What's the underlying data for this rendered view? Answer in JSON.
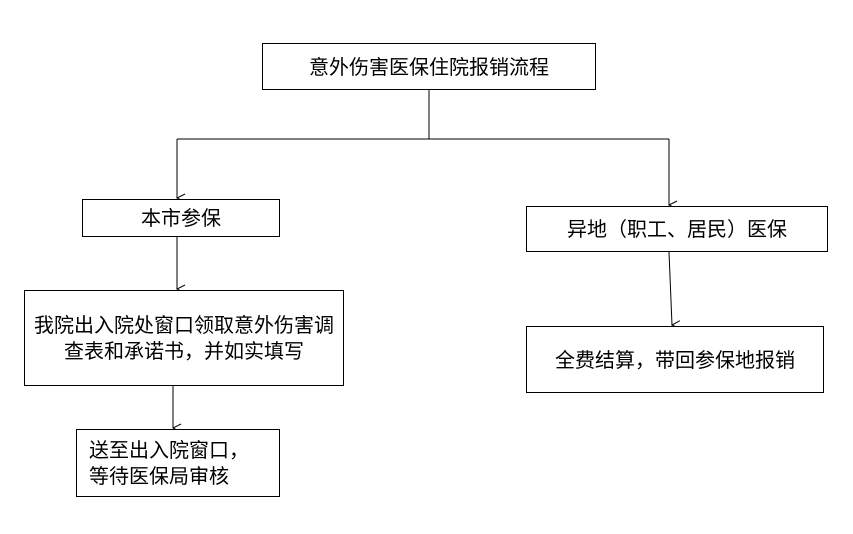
{
  "flowchart": {
    "title": "意外伤害医保住院报销流程",
    "local": {
      "label": "本市参保",
      "steps": [
        "我院出入院处窗口领取意外伤害调查表和承诺书，并如实填写",
        "送至出入院窗口，等待医保局审核"
      ]
    },
    "other": {
      "label": "异地（职工、居民）医保",
      "steps": [
        "全费结算，带回参保地报销"
      ]
    }
  },
  "colors": {
    "line": "#000000",
    "box_border": "#000000",
    "background": "#ffffff"
  }
}
